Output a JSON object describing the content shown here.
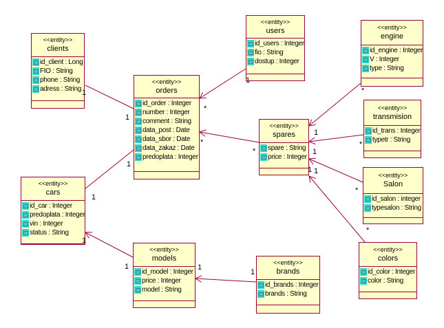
{
  "stereotype": "<<entity>>",
  "entities": {
    "clients": {
      "name": "clients",
      "attrs": [
        "id_client : Long",
        "FIO : String",
        "phone : String",
        "adress : String"
      ]
    },
    "orders": {
      "name": "orders",
      "attrs": [
        "id_order : Integer",
        "number : Integer",
        "comment : String",
        "data_post : Date",
        "data_sbor : Date",
        "data_zakaz : Date",
        "predoplata : Integer"
      ]
    },
    "users": {
      "name": "users",
      "attrs": [
        "id_users : Integer",
        "fio : String",
        "dostup : Integer"
      ]
    },
    "engine": {
      "name": "engine",
      "attrs": [
        "id_engine : Integer",
        "V : Integer",
        "type : String"
      ]
    },
    "transmision": {
      "name": "transmision",
      "attrs": [
        "id_trans : Integer",
        "typetr : String"
      ]
    },
    "salon": {
      "name": "Salon",
      "attrs": [
        "id_salon : integer",
        "typesalon : String"
      ]
    },
    "spares": {
      "name": "spares",
      "attrs": [
        "spare : String",
        "price : Integer"
      ]
    },
    "cars": {
      "name": "cars",
      "attrs": [
        "id_car : Integer",
        "predoplata : Integer",
        "vin : Integer",
        "status : String"
      ]
    },
    "models": {
      "name": "models",
      "attrs": [
        "id_model : Integer",
        "price : Integer",
        "model : String"
      ]
    },
    "brands": {
      "name": "brands",
      "attrs": [
        "id_brands : Integer",
        "brands : String"
      ]
    },
    "colors": {
      "name": "colors",
      "attrs": [
        "id_color : Integer",
        "color : String"
      ]
    }
  },
  "multiplicities": [
    "1",
    "1",
    "*",
    "1",
    "*",
    "*",
    "1",
    "1",
    "*",
    "1",
    "*",
    "1",
    "*",
    "1",
    "1",
    "*",
    "1",
    "1",
    "1",
    "1"
  ],
  "colors": {
    "line": "#99003d",
    "box_fill": "#ffffcc",
    "icon": "#33d6c2"
  }
}
